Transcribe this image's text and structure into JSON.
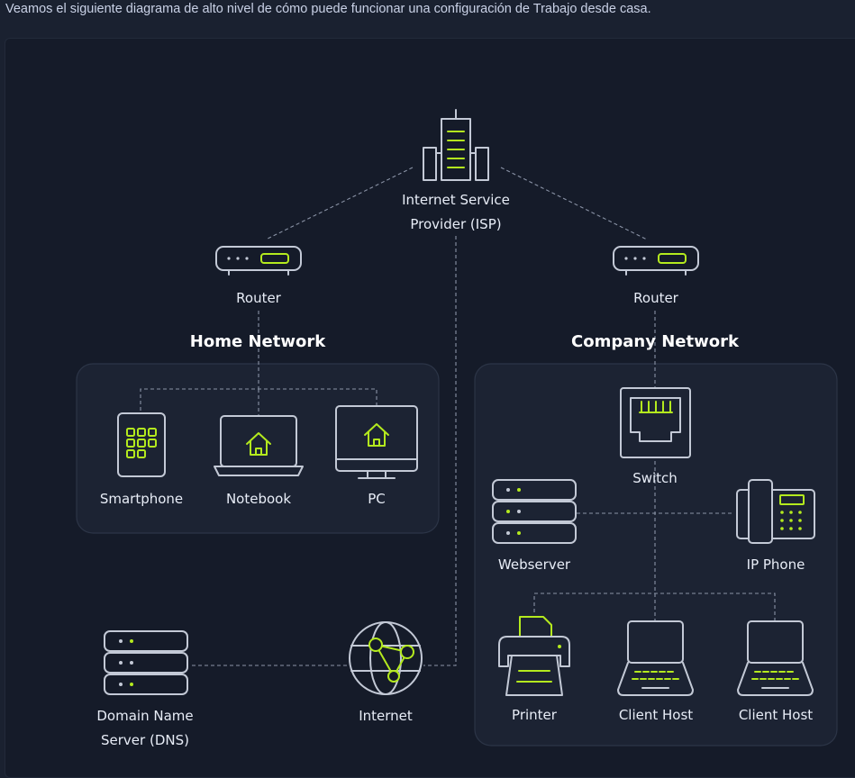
{
  "intro_text": "Veamos el siguiente diagrama de alto nivel de cómo puede funcionar una configuración de Trabajo desde casa.",
  "diagram": {
    "isp": {
      "line1": "Internet Service",
      "line2": "Provider (ISP)"
    },
    "router_left": "Router",
    "router_right": "Router",
    "home_network": {
      "title": "Home Network",
      "devices": [
        "Smartphone",
        "Notebook",
        "PC"
      ]
    },
    "company_network": {
      "title": "Company Network",
      "switch": "Switch",
      "webserver": "Webserver",
      "ip_phone": "IP Phone",
      "printer": "Printer",
      "client_host_1": "Client Host",
      "client_host_2": "Client Host"
    },
    "dns": {
      "line1": "Domain Name",
      "line2": "Server (DNS)"
    },
    "internet": "Internet"
  },
  "colors": {
    "accent": "#b4ea1e",
    "background": "#151b29",
    "icon": "#c3c9d6"
  }
}
